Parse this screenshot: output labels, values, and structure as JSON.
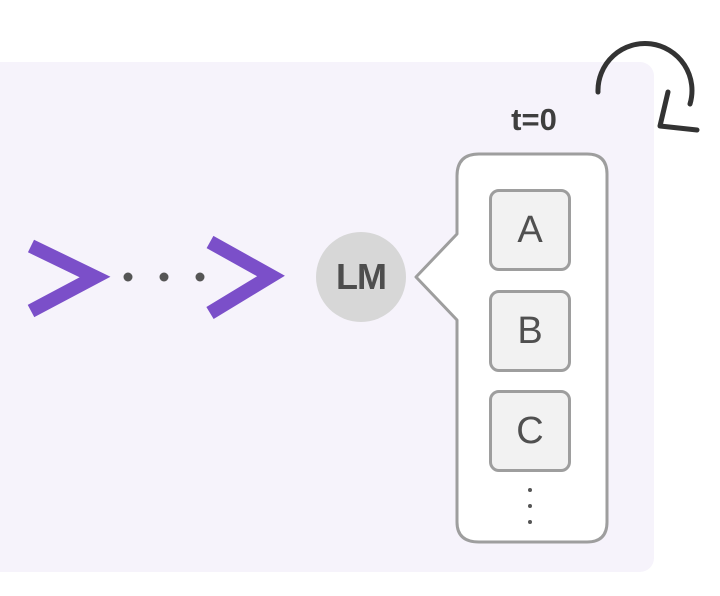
{
  "colors": {
    "panel_background": "#f6f3fb",
    "chevron": "#7b4fc9",
    "lm_node": "#d7d7d7",
    "dot": "#555555",
    "callout_border": "#9e9e9e",
    "token_fill": "#f2f2f2",
    "loop_arrow": "#333333"
  },
  "icons": {
    "chevrons": "chevron-right-icon",
    "ellipsis": "ellipsis-icon",
    "loop": "loop-arrow-icon"
  },
  "lm": {
    "label": "LM"
  },
  "timestep": {
    "label": "t=0"
  },
  "tokens": [
    {
      "label": "A"
    },
    {
      "label": "B"
    },
    {
      "label": "C"
    }
  ]
}
